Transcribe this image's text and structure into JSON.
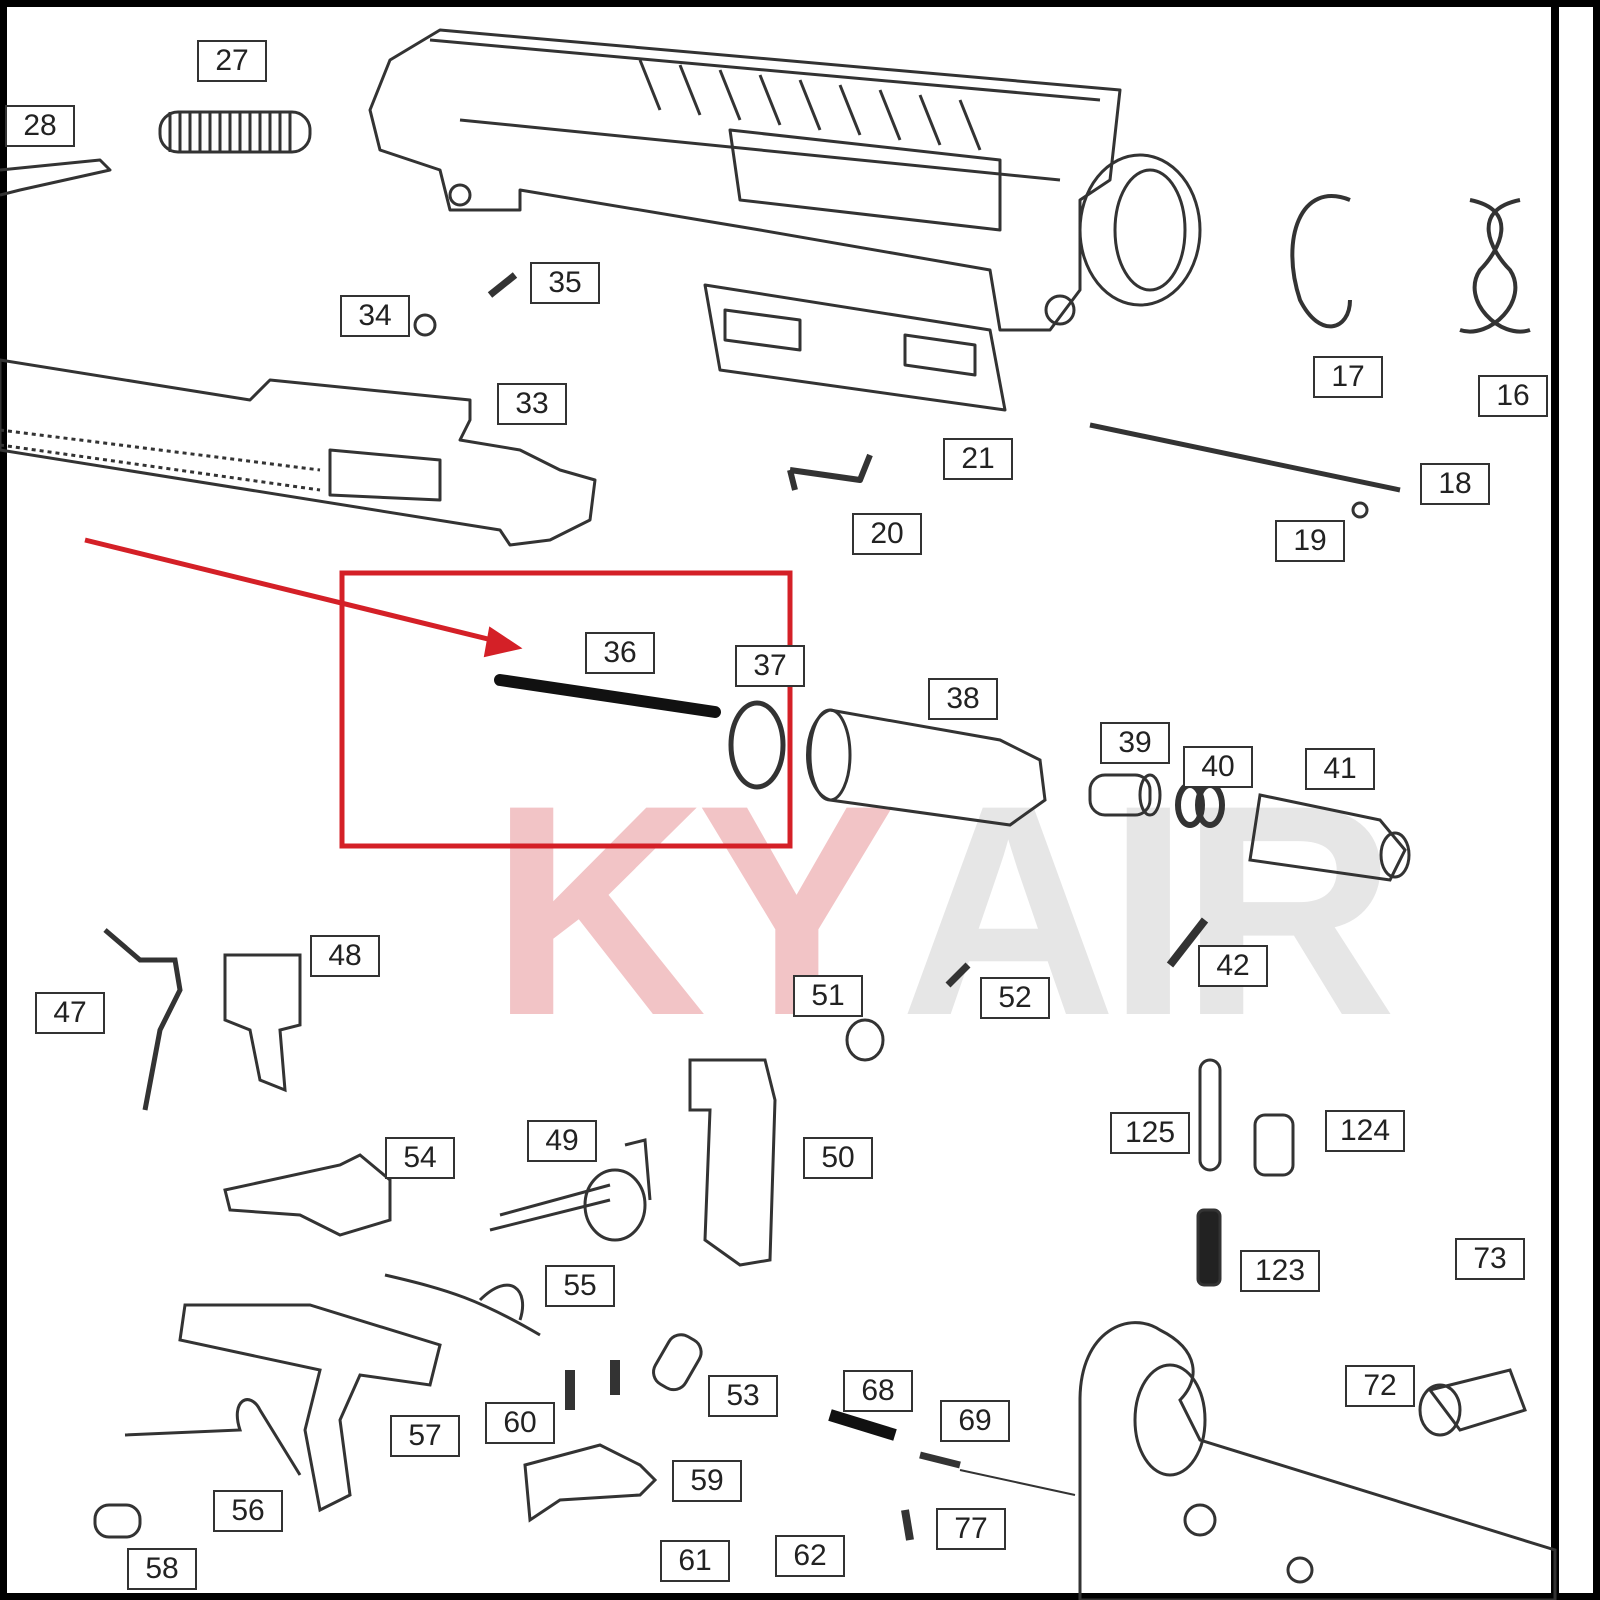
{
  "watermark": {
    "left_text": "KY",
    "right_text": "AIR",
    "left_color": "#f2c4c6",
    "right_color": "#e6e6e6"
  },
  "highlight": {
    "color": "#d42027",
    "target_part": "36"
  },
  "labels": {
    "p27": "27",
    "p28": "28",
    "p35": "35",
    "p34": "34",
    "p33": "33",
    "p17": "17",
    "p16": "16",
    "p21": "21",
    "p18": "18",
    "p20": "20",
    "p19": "19",
    "p36": "36",
    "p37": "37",
    "p38": "38",
    "p39": "39",
    "p40": "40",
    "p41": "41",
    "p42": "42",
    "p48": "48",
    "p47": "47",
    "p51": "51",
    "p52": "52",
    "p125": "125",
    "p124": "124",
    "p54": "54",
    "p49": "49",
    "p50": "50",
    "p123": "123",
    "p73": "73",
    "p55": "55",
    "p72": "72",
    "p68": "68",
    "p53": "53",
    "p69": "69",
    "p57": "57",
    "p60": "60",
    "p56": "56",
    "p59": "59",
    "p77": "77",
    "p58": "58",
    "p61": "61",
    "p62": "62"
  }
}
